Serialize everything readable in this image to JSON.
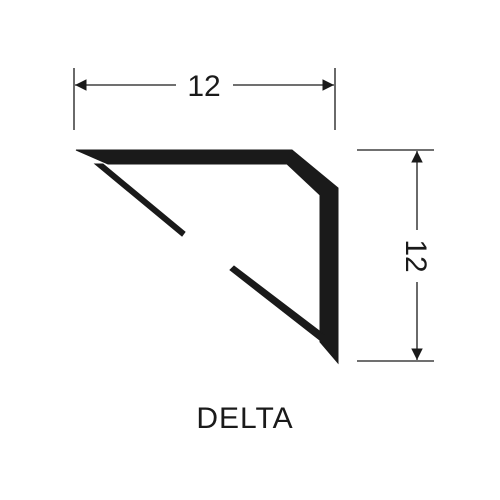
{
  "dimensions": {
    "width_label": "12",
    "height_label": "12"
  },
  "profile": {
    "name": "DELTA"
  },
  "colors": {
    "ink": "#1a1a1a",
    "background": "#ffffff"
  }
}
